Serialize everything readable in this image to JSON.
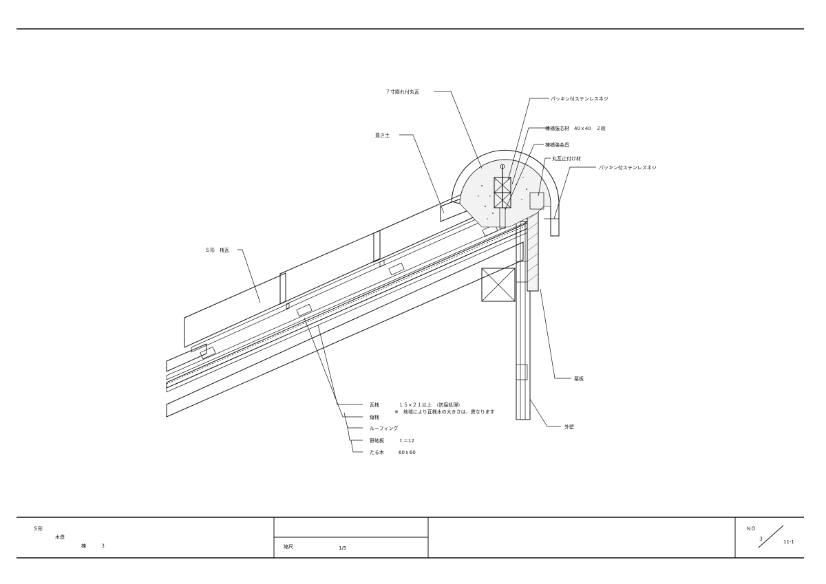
{
  "labels": {
    "ridge_tile": "７寸膨れ付丸瓦",
    "bedding_mortar": "葺き土",
    "screw_top": "パッキン付ステンレスネジ",
    "ridge_core": "棟補強芯材　40ｘ40　２段",
    "ridge_hardware": "棟補強金具",
    "ridge_fix": "丸瓦止付け材",
    "screw_right": "パッキン付ステンレスネジ",
    "s_tile": "Ｓ形　桟瓦",
    "batten": "瓦桟　　　　１５×２１以上　（防腐処理）",
    "batten_note": "※　地域により瓦桟木の大きさは、異なります",
    "counter_batten": "縦桟",
    "roofing": "ルーフィング",
    "sheathing": "野地板　　　ｔ＝12",
    "rafter": "たる木　　　60ｘ60",
    "fascia": "幕板",
    "wall": "外壁"
  },
  "title_block": {
    "line1": "Ｓ形",
    "line2": "木造",
    "line3": "棟　　　３",
    "scale_label": "縮尺",
    "scale_value": "1/5",
    "no_label": "ＮＯ",
    "no_value": "３",
    "sheet_ref": "11-1"
  }
}
